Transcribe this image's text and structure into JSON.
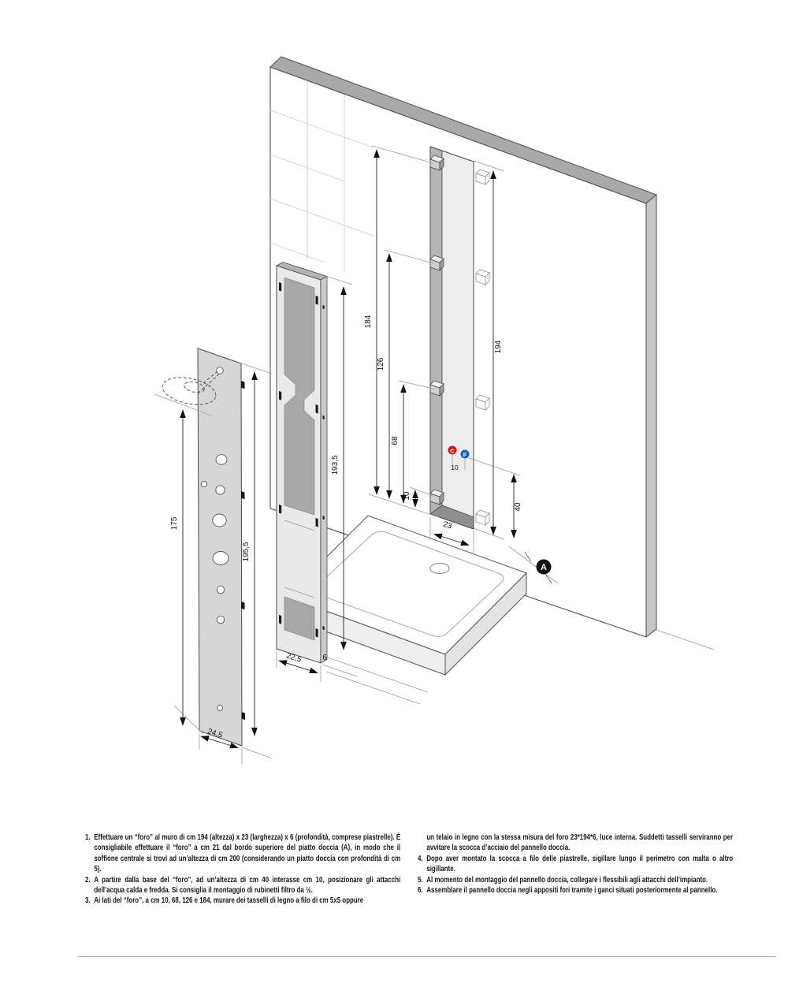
{
  "diagram": {
    "dims": {
      "d184": "184",
      "d126": "126",
      "d68": "68",
      "d10": "10",
      "d194": "194",
      "d40": "40",
      "d23": "23",
      "d1935": "193,5",
      "d225": "22,5",
      "d6": "6",
      "d175": "175",
      "d1955": "195,5",
      "d245": "24,5",
      "interasse": "10"
    },
    "badges": {
      "hot": "C",
      "cold": "F",
      "tray": "A"
    },
    "colors": {
      "hot_red": "#d6161a",
      "cold_blue": "#1563b0",
      "badge_black": "#111111"
    }
  },
  "instructions": {
    "left": [
      {
        "num": "1.",
        "text": "Effettuare un “foro” al muro di cm 194 (altezza) x 23 (larghezza) x 6 (profondità, comprese piastrelle). È consigliabile effettuare il “foro” a cm 21 dal bordo superiore del piatto doccia (A), in modo che il soffione centrale si trovi ad un’altezza di cm 200 (considerando un piatto doccia con profondità di cm 5)."
      },
      {
        "num": "2.",
        "text": "A partire dalla base del “foro”, ad un’altezza di cm 40 interasse cm 10, posizionare gli attacchi dell’acqua calda e fredda. Si consiglia il montaggio di rubinetti filtro da ½."
      },
      {
        "num": "3.",
        "text": "Ai lati del “foro”, a cm 10, 68, 126 e 184, murare dei tasselli di legno a filo di cm 5x5 oppure"
      }
    ],
    "right": [
      {
        "num": "",
        "text": "un telaio in legno con la stessa misura del foro 23*194*6, luce interna. Suddetti tasselli serviranno per avvitare la scocca d’acciaio del pannello doccia."
      },
      {
        "num": "4.",
        "text": "Dopo aver montato la scocca a filo delle piastrelle, sigillare lungo il perimetro con malta o altro sigillante."
      },
      {
        "num": "5.",
        "text": "Al momento del montaggio del pannello doccia, collegare i flessibili agli attacchi dell’impianto."
      },
      {
        "num": "6.",
        "text": "Assemblare il pannello doccia negli appositi fori tramite i ganci situati posteriormente al pannello."
      }
    ]
  }
}
